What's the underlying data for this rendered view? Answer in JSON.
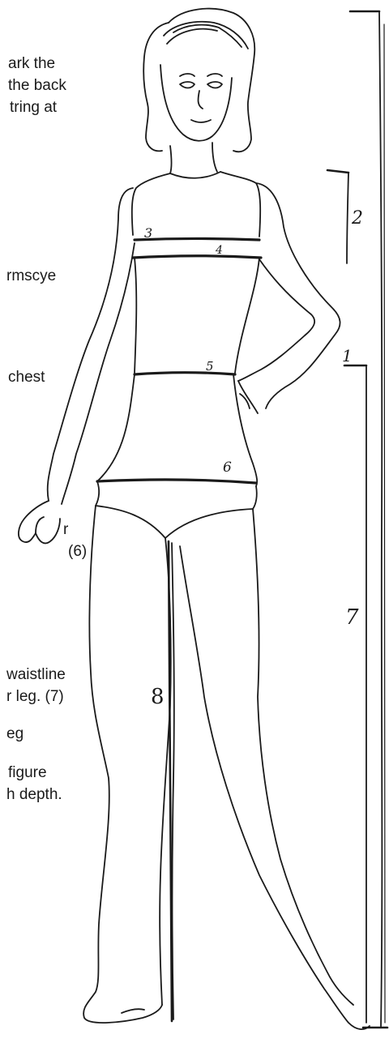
{
  "instructions": {
    "line1": "ark the",
    "line2": "the back",
    "line3": "tring at",
    "line4": "rmscye",
    "line5": "chest",
    "line6": "r",
    "line7": "(6)",
    "line8": "waistline",
    "line9": "r leg. (7)",
    "line10": "eg",
    "line11": "figure",
    "line12": "h depth."
  },
  "figure_labels": {
    "n3": "3",
    "n4": "4",
    "n5": "5",
    "n6": "6",
    "n8": "8",
    "side2": "2",
    "side1": "1",
    "side7": "7"
  }
}
